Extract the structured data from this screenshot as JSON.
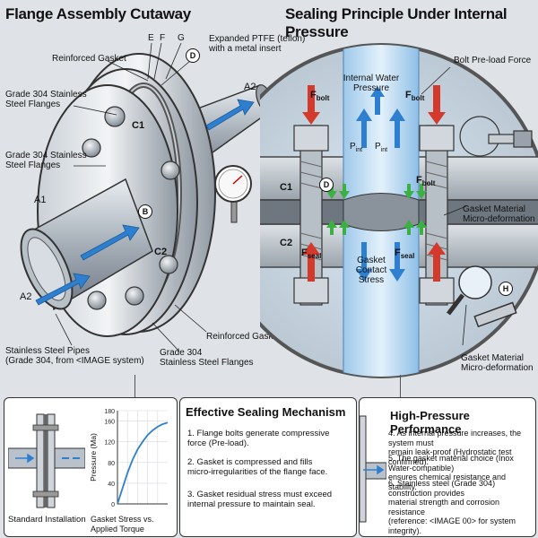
{
  "header": {
    "left_title": "Flange Assembly Cutaway",
    "right_title": "Sealing Principle Under Internal Pressure"
  },
  "left_labels": {
    "reinforced_gasket_top": "Reinforced Gasket",
    "flanges_top": "Grade 304 Stainless\nSteel Flanges",
    "flanges_mid": "Grade 304 Stainless\nSteel Flanges",
    "ptfe": "Expanded PTFE (teflon)\nwith a metal insert",
    "reinforced_gasket_bottom": "Reinforced Gasket",
    "flanges_bottom": "Grade 304\nStainless Steel Flanges",
    "pipes": "Stainless Steel Pipes\n(Grade 304, from <IMAGE system)",
    "a1": "A1",
    "a2_left": "A2",
    "a2_right": "A2",
    "c1": "C1",
    "c2": "C2",
    "e": "E",
    "f": "F",
    "g": "G",
    "bubble_d": "D",
    "bubble_b": "B"
  },
  "right_labels": {
    "bolt_preload": "Bolt Pre-load Force",
    "internal_water": "Internal Water\nPressure",
    "gasket_contact": "Gasket\nContact\nStress",
    "micro_top": "Gasket Material\nMicro-deformation",
    "micro_bottom": "Gasket Material\nMicro-deformation",
    "c1": "C1",
    "c2": "C2",
    "bubble_d": "D",
    "bubble_h": "H",
    "f_bolt": "F",
    "f_bolt_sub": "bolt",
    "f_seal": "F",
    "f_seal_sub": "seal",
    "p_int": "P",
    "p_int_sub": "int"
  },
  "panel_left": {
    "caption_left": "Standard Installation",
    "caption_right": "Gasket Stress vs. Applied Torque",
    "chart_ylabel": "Pressure (Ma)",
    "chart_ticks": [
      "180",
      "160",
      "120",
      "80",
      "40",
      "0"
    ]
  },
  "panel_mid": {
    "title": "Effective Sealing Mechanism",
    "items": [
      "1. Flange bolts generate compressive\n    force (Pre-load).",
      "2. Gasket is compressed and fills\n    micro-irregularities of the flange face.",
      "3. Gasket residual stress must exceed\n    internal pressure to maintain seal."
    ]
  },
  "panel_right": {
    "title": "High-Pressure Performance",
    "items": [
      "4. As internal pressure increases, the system must\n    remain leak-proof (Hydrostatic test confirmed).",
      "5. The gasket material choice (Inox Water-compatible)\n    ensures chemical resistance and stability.",
      "6. Stainless steel (Grade 304) construction provides\n    material strength and corrosion resistance\n    (reference: <IMAGE 00> for system integrity)."
    ]
  },
  "colors": {
    "arrow_blue": "#2f7fd0",
    "arrow_red": "#d33a2c",
    "arrow_green": "#3cb043",
    "steel": "#aeb6be"
  },
  "chart_data": {
    "type": "line",
    "title": "Gasket Stress vs. Applied Torque",
    "ylabel": "Pressure (Ma)",
    "xlabel": "",
    "ylim": [
      0,
      180
    ],
    "yticks": [
      180,
      160,
      120,
      80,
      40,
      0
    ],
    "x": [
      0,
      0.1,
      0.2,
      0.3,
      0.4,
      0.5,
      0.6,
      0.7,
      0.8,
      0.9,
      1.0
    ],
    "series": [
      {
        "values": [
          0,
          30,
          60,
          85,
          105,
          120,
          133,
          142,
          149,
          154,
          157
        ]
      }
    ]
  }
}
